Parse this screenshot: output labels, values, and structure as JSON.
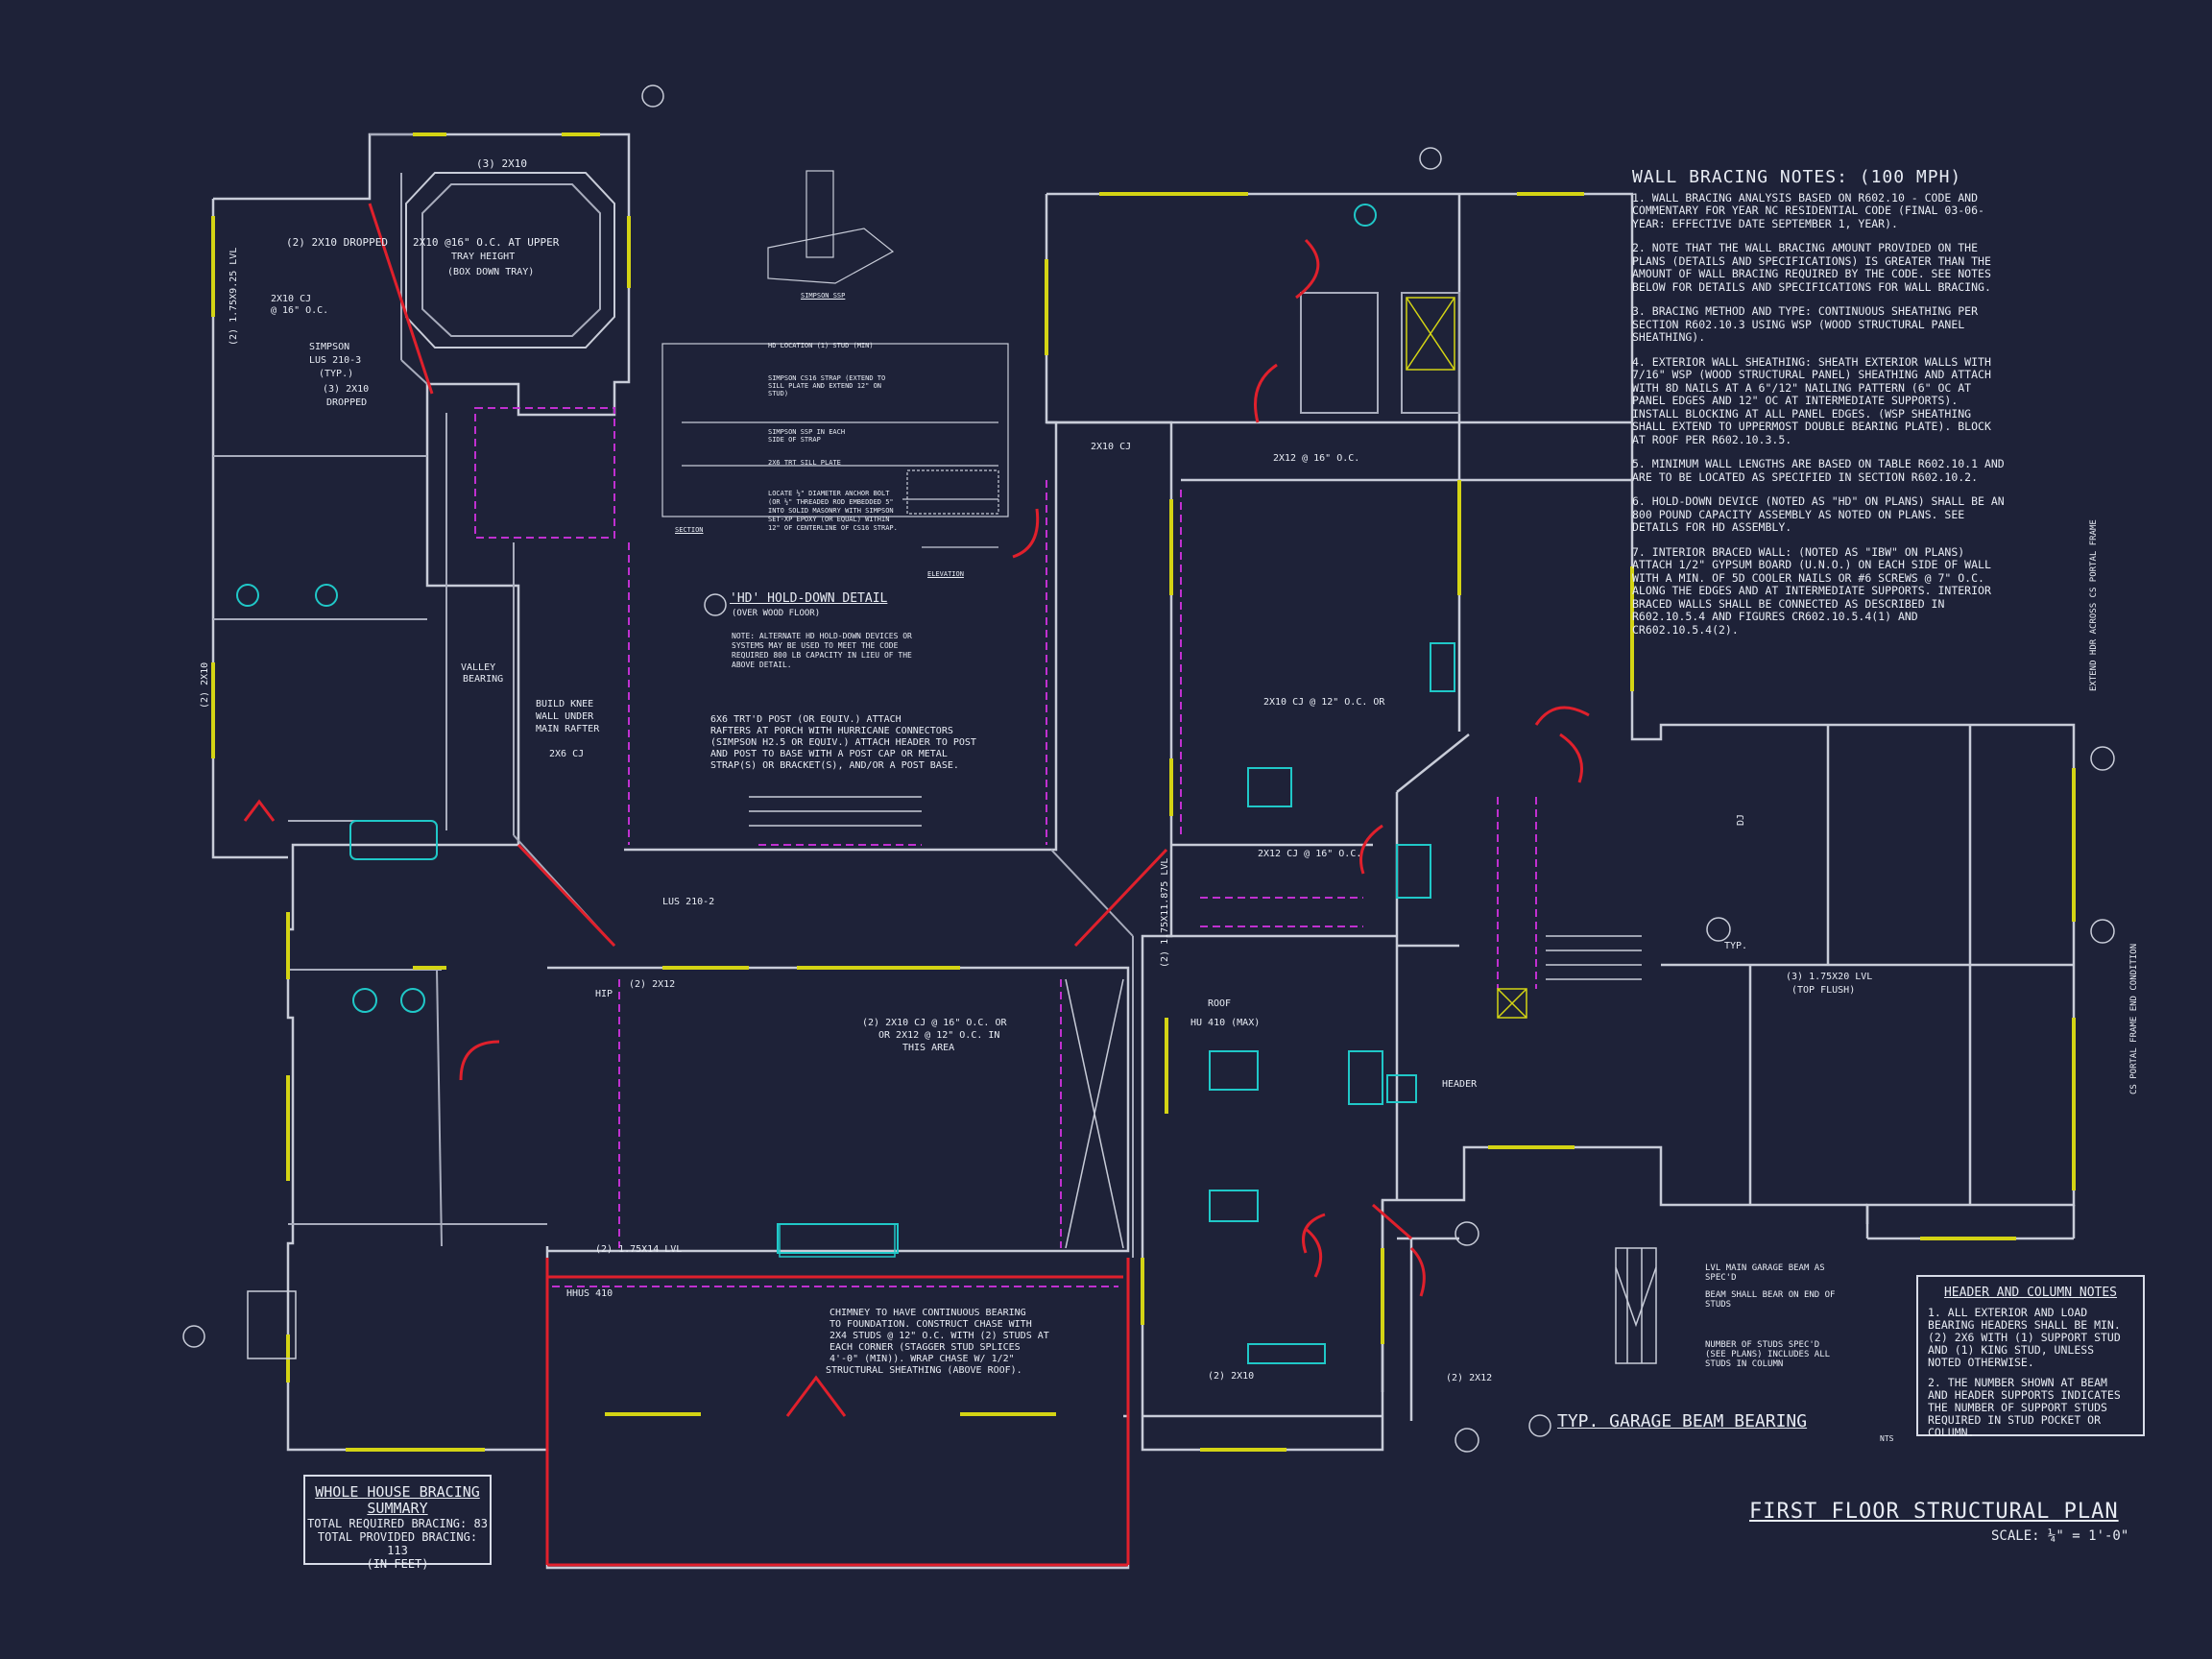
{
  "colors": {
    "background": "#1e2238",
    "wall": "#c8ccd8",
    "bearing": "#d4d414",
    "red": "#e0202c",
    "magenta": "#c030d0",
    "cyan": "#20c8c8"
  },
  "sheet_title": "FIRST FLOOR STRUCTURAL PLAN",
  "scale_text": "SCALE: ¼\" = 1'-0\"",
  "wall_bracing": {
    "title": "WALL BRACING NOTES: (100 MPH)",
    "notes": [
      "1. WALL BRACING ANALYSIS BASED ON R602.10 - CODE AND COMMENTARY FOR YEAR NC RESIDENTIAL CODE (FINAL 03-06-YEAR: EFFECTIVE DATE SEPTEMBER 1, YEAR).",
      "2. NOTE THAT THE WALL BRACING AMOUNT PROVIDED ON THE PLANS (DETAILS AND SPECIFICATIONS) IS GREATER THAN THE AMOUNT OF WALL BRACING REQUIRED BY THE CODE. SEE NOTES BELOW FOR DETAILS AND SPECIFICATIONS FOR WALL BRACING.",
      "3. BRACING METHOD AND TYPE: CONTINUOUS SHEATHING PER SECTION R602.10.3 USING WSP (WOOD STRUCTURAL PANEL SHEATHING).",
      "4. EXTERIOR WALL SHEATHING: SHEATH EXTERIOR WALLS WITH 7/16\" WSP (WOOD STRUCTURAL PANEL) SHEATHING AND ATTACH WITH 8d NAILS AT A 6\"/12\" NAILING PATTERN (6\" OC AT PANEL EDGES AND 12\" OC AT INTERMEDIATE SUPPORTS). INSTALL BLOCKING AT ALL PANEL EDGES. (WSP SHEATHING SHALL EXTEND TO UPPERMOST DOUBLE BEARING PLATE). BLOCK AT ROOF PER R602.10.3.5.",
      "5. MINIMUM WALL LENGTHS ARE BASED ON TABLE R602.10.1 AND ARE TO BE LOCATED AS SPECIFIED IN SECTION R602.10.2.",
      "6. HOLD-DOWN DEVICE (NOTED AS \"HD\" ON PLANS) SHALL BE AN 800 POUND CAPACITY ASSEMBLY AS NOTED ON PLANS. SEE DETAILS FOR HD ASSEMBLY.",
      "7. INTERIOR BRACED WALL: (NOTED AS \"IBW\" ON PLANS) ATTACH 1/2\" GYPSUM BOARD (U.N.O.) ON EACH SIDE OF WALL WITH A MIN. OF 5d COOLER NAILS OR #6 SCREWS @ 7\" O.C. ALONG THE EDGES AND AT INTERMEDIATE SUPPORTS. INTERIOR BRACED WALLS SHALL BE CONNECTED AS DESCRIBED IN R602.10.5.4 AND FIGURES CR602.10.5.4(1) AND CR602.10.5.4(2)."
    ]
  },
  "header_notes": {
    "title": "HEADER AND COLUMN NOTES",
    "notes": [
      "1. ALL EXTERIOR AND LOAD BEARING HEADERS SHALL BE MIN. (2) 2x6 WITH (1) SUPPORT STUD AND (1) KING STUD, UNLESS NOTED OTHERWISE.",
      "2. THE NUMBER SHOWN AT BEAM AND HEADER SUPPORTS INDICATES THE NUMBER OF SUPPORT STUDS REQUIRED IN STUD POCKET OR COLUMN."
    ]
  },
  "summary": {
    "title": "WHOLE HOUSE BRACING SUMMARY",
    "required": "TOTAL REQUIRED BRACING: 83",
    "provided": "TOTAL PROVIDED BRACING: 113",
    "units": "(IN FEET)"
  },
  "details": {
    "hd_title": "'HD' HOLD-DOWN DETAIL",
    "hd_sub": "(OVER WOOD FLOOR)",
    "hd_note": "NOTE: ALTERNATE HD HOLD-DOWN DEVICES OR SYSTEMS MAY BE USED TO MEET THE CODE REQUIRED 800 LB CAPACITY IN LIEU OF THE ABOVE DETAIL.",
    "garage_beam_title": "TYP. GARAGE BEAM BEARING",
    "garage_beam_nts": "NTS",
    "simpson_ssp": "SIMPSON SSP",
    "section": "SECTION",
    "elevation": "ELEVATION",
    "hd_callouts": [
      "HD LOCATION (1) STUD (MIN)",
      "SIMPSON CS16 STRAP (EXTEND TO SILL PLATE AND EXTEND 12\" ON STUD)",
      "SIMPSON SSP IN EACH SIDE OF STRAP",
      "2x6 TRT SILL PLATE",
      "LOCATE ½\" DIAMETER ANCHOR BOLT (OR ½\" THREADED ROD EMBEDDED 5\" INTO SOLID MASONRY WITH SIMPSON SET-XP EPOXY (OR EQUAL) WITHIN 12\" OF CENTERLINE OF CS16 STRAP."
    ],
    "garage_callouts": [
      "LVL MAIN GARAGE BEAM AS SPEC'D",
      "BEAM SHALL BEAR ON END OF STUDS",
      "NUMBER OF STUDS SPEC'D (SEE PLANS) INCLUDES ALL STUDS IN COLUMN"
    ]
  },
  "labels": [
    {
      "t": "(3) 2x10"
    },
    {
      "t": "(2) 2x10 DROPPED"
    },
    {
      "t": "2x10 @16\" O.C. AT UPPER"
    },
    {
      "t": "TRAY HEIGHT"
    },
    {
      "t": "(BOX DOWN TRAY)"
    },
    {
      "t": "(2) 1.75x9.25 LVL"
    },
    {
      "t": "2x10 CJ"
    },
    {
      "t": "@ 16\" O.C."
    },
    {
      "t": "SIMPSON"
    },
    {
      "t": "LUS 210-3"
    },
    {
      "t": "(TYP.)"
    },
    {
      "t": "(3) 2x10"
    },
    {
      "t": "DROPPED"
    },
    {
      "t": "(2) 2x10"
    },
    {
      "t": "VALLEY"
    },
    {
      "t": "BEARING"
    },
    {
      "t": "BUILD KNEE"
    },
    {
      "t": "WALL UNDER"
    },
    {
      "t": "MAIN RAFTER"
    },
    {
      "t": "2x6 CJ"
    },
    {
      "t": "LUS 210-2"
    },
    {
      "t": "(2) 2x12"
    },
    {
      "t": "HIP"
    },
    {
      "t": "(2) 1.75x14 LVL"
    },
    {
      "t": "HHUS 410"
    },
    {
      "t": "(2) 2x10 CJ @ 16\" O.C. OR"
    },
    {
      "t": "OR 2x12 @ 12\" O.C. IN"
    },
    {
      "t": "THIS AREA"
    },
    {
      "t": "6x6 TRT'D POST (OR EQUIV.) ATTACH"
    },
    {
      "t": "RAFTERS AT PORCH WITH HURRICANE CONNECTORS"
    },
    {
      "t": "(SIMPSON H2.5 OR EQUIV.) ATTACH HEADER TO POST"
    },
    {
      "t": "AND POST TO BASE WITH A POST CAP OR METAL"
    },
    {
      "t": "STRAP(S) OR BRACKET(S), AND/OR A POST BASE."
    },
    {
      "t": "CHIMNEY TO HAVE CONTINUOUS BEARING"
    },
    {
      "t": "TO FOUNDATION. CONSTRUCT CHASE WITH"
    },
    {
      "t": "2x4 STUDS @ 12\" O.C. WITH (2) STUDS AT"
    },
    {
      "t": "EACH CORNER (STAGGER STUD SPLICES"
    },
    {
      "t": "4'-0\" (MIN)). WRAP CHASE W/ 1/2\""
    },
    {
      "t": "STRUCTURAL SHEATHING (ABOVE ROOF)."
    },
    {
      "t": "2x10 CJ"
    },
    {
      "t": "2x12 @ 16\" O.C."
    },
    {
      "t": "2x10 CJ @ 12\" O.C. OR"
    },
    {
      "t": "2x12 CJ @ 16\" O.C."
    },
    {
      "t": "ROOF"
    },
    {
      "t": "HU 410 (MAX)"
    },
    {
      "t": "(2) 1.75x11.875 LVL"
    },
    {
      "t": "HEADER"
    },
    {
      "t": "(3) 1.75x20 LVL"
    },
    {
      "t": "(TOP FLUSH)"
    },
    {
      "t": "DJ"
    },
    {
      "t": "TYP."
    },
    {
      "t": "EXTEND HDR ACROSS CS PORTAL FRAME"
    },
    {
      "t": "CS PORTAL FRAME END CONDITION"
    },
    {
      "t": "(2) 2x12"
    },
    {
      "t": "(2) 2x10"
    }
  ]
}
